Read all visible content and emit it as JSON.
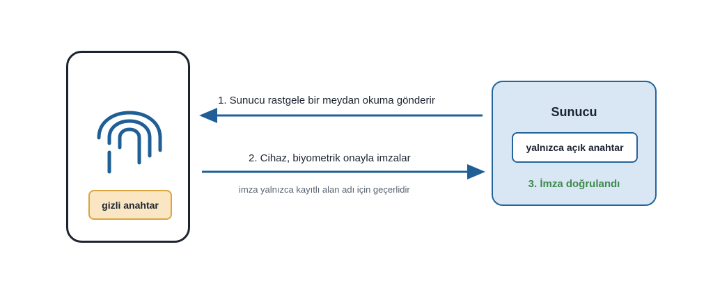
{
  "device": {
    "icon": "fingerprint-icon",
    "private_key_label": "gizli anahtar"
  },
  "server": {
    "title": "Sunucu",
    "public_key_label": "yalnızca açık anahtar",
    "verified_label": "3. İmza doğrulandı"
  },
  "steps": {
    "step1": "1. Sunucu rastgele bir meydan okuma gönderir",
    "step2": "2. Cihaz, biyometrik onayla imzalar",
    "note": "imza yalnızca kayıtlı alan adı için geçerlidir"
  },
  "colors": {
    "arrow": "#1f5f96",
    "device_border": "#1c2430",
    "private_key_fill": "#fbe6c3",
    "private_key_border": "#d9a53e",
    "server_fill": "#d9e7f4",
    "server_border": "#24649b",
    "verified_text": "#3f8a4d",
    "fingerprint": "#1f5f96"
  }
}
